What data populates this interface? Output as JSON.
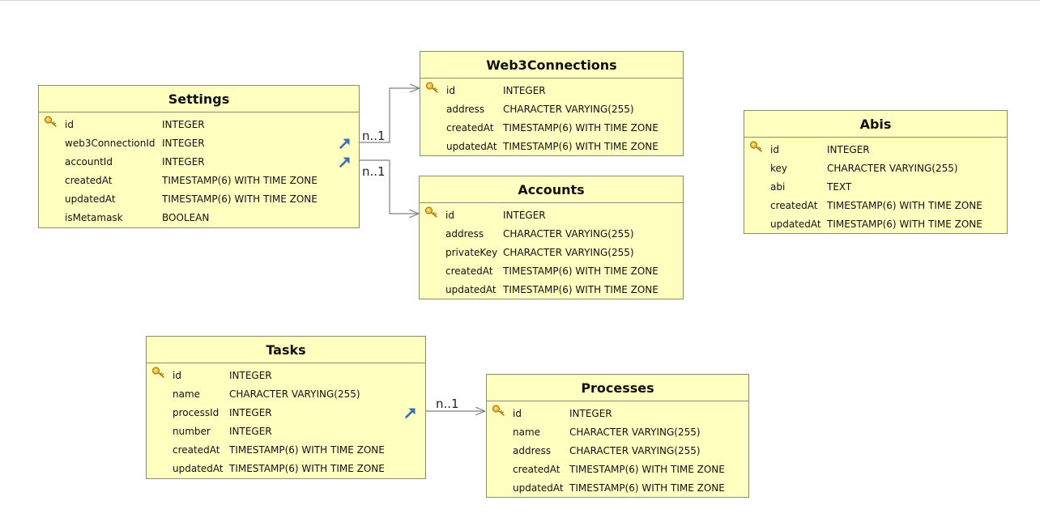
{
  "tables": {
    "settings": {
      "name": "Settings",
      "columns": [
        {
          "name": "id",
          "type": "INTEGER",
          "pk": true
        },
        {
          "name": "web3ConnectionId",
          "type": "INTEGER",
          "fk": true
        },
        {
          "name": "accountId",
          "type": "INTEGER",
          "fk": true
        },
        {
          "name": "createdAt",
          "type": "TIMESTAMP(6) WITH TIME ZONE"
        },
        {
          "name": "updatedAt",
          "type": "TIMESTAMP(6) WITH TIME ZONE"
        },
        {
          "name": "isMetamask",
          "type": "BOOLEAN"
        }
      ]
    },
    "web3connections": {
      "name": "Web3Connections",
      "columns": [
        {
          "name": "id",
          "type": "INTEGER",
          "pk": true
        },
        {
          "name": "address",
          "type": "CHARACTER VARYING(255)"
        },
        {
          "name": "createdAt",
          "type": "TIMESTAMP(6) WITH TIME ZONE"
        },
        {
          "name": "updatedAt",
          "type": "TIMESTAMP(6) WITH TIME ZONE"
        }
      ]
    },
    "accounts": {
      "name": "Accounts",
      "columns": [
        {
          "name": "id",
          "type": "INTEGER",
          "pk": true
        },
        {
          "name": "address",
          "type": "CHARACTER VARYING(255)"
        },
        {
          "name": "privateKey",
          "type": "CHARACTER VARYING(255)"
        },
        {
          "name": "createdAt",
          "type": "TIMESTAMP(6) WITH TIME ZONE"
        },
        {
          "name": "updatedAt",
          "type": "TIMESTAMP(6) WITH TIME ZONE"
        }
      ]
    },
    "abis": {
      "name": "Abis",
      "columns": [
        {
          "name": "id",
          "type": "INTEGER",
          "pk": true
        },
        {
          "name": "key",
          "type": "CHARACTER VARYING(255)"
        },
        {
          "name": "abi",
          "type": "TEXT"
        },
        {
          "name": "createdAt",
          "type": "TIMESTAMP(6) WITH TIME ZONE"
        },
        {
          "name": "updatedAt",
          "type": "TIMESTAMP(6) WITH TIME ZONE"
        }
      ]
    },
    "tasks": {
      "name": "Tasks",
      "columns": [
        {
          "name": "id",
          "type": "INTEGER",
          "pk": true
        },
        {
          "name": "name",
          "type": "CHARACTER VARYING(255)"
        },
        {
          "name": "processId",
          "type": "INTEGER",
          "fk": true
        },
        {
          "name": "number",
          "type": "INTEGER"
        },
        {
          "name": "createdAt",
          "type": "TIMESTAMP(6) WITH TIME ZONE"
        },
        {
          "name": "updatedAt",
          "type": "TIMESTAMP(6) WITH TIME ZONE"
        }
      ]
    },
    "processes": {
      "name": "Processes",
      "columns": [
        {
          "name": "id",
          "type": "INTEGER",
          "pk": true
        },
        {
          "name": "name",
          "type": "CHARACTER VARYING(255)"
        },
        {
          "name": "address",
          "type": "CHARACTER VARYING(255)"
        },
        {
          "name": "createdAt",
          "type": "TIMESTAMP(6) WITH TIME ZONE"
        },
        {
          "name": "updatedAt",
          "type": "TIMESTAMP(6) WITH TIME ZONE"
        }
      ]
    }
  },
  "relations": [
    {
      "from": "settings",
      "to": "web3connections",
      "multiplicity": "n..1"
    },
    {
      "from": "settings",
      "to": "accounts",
      "multiplicity": "n..1"
    },
    {
      "from": "tasks",
      "to": "processes",
      "multiplicity": "n..1"
    }
  ],
  "colors": {
    "table_fill": "#ffffc0",
    "table_border": "#8c8c70",
    "fk_arrow": "#3a6fb0",
    "key_icon": "#d9a520",
    "connector": "#808080"
  },
  "icons": {
    "primary_key": "key-icon",
    "foreign_key": "foreign-key-arrow-icon"
  }
}
